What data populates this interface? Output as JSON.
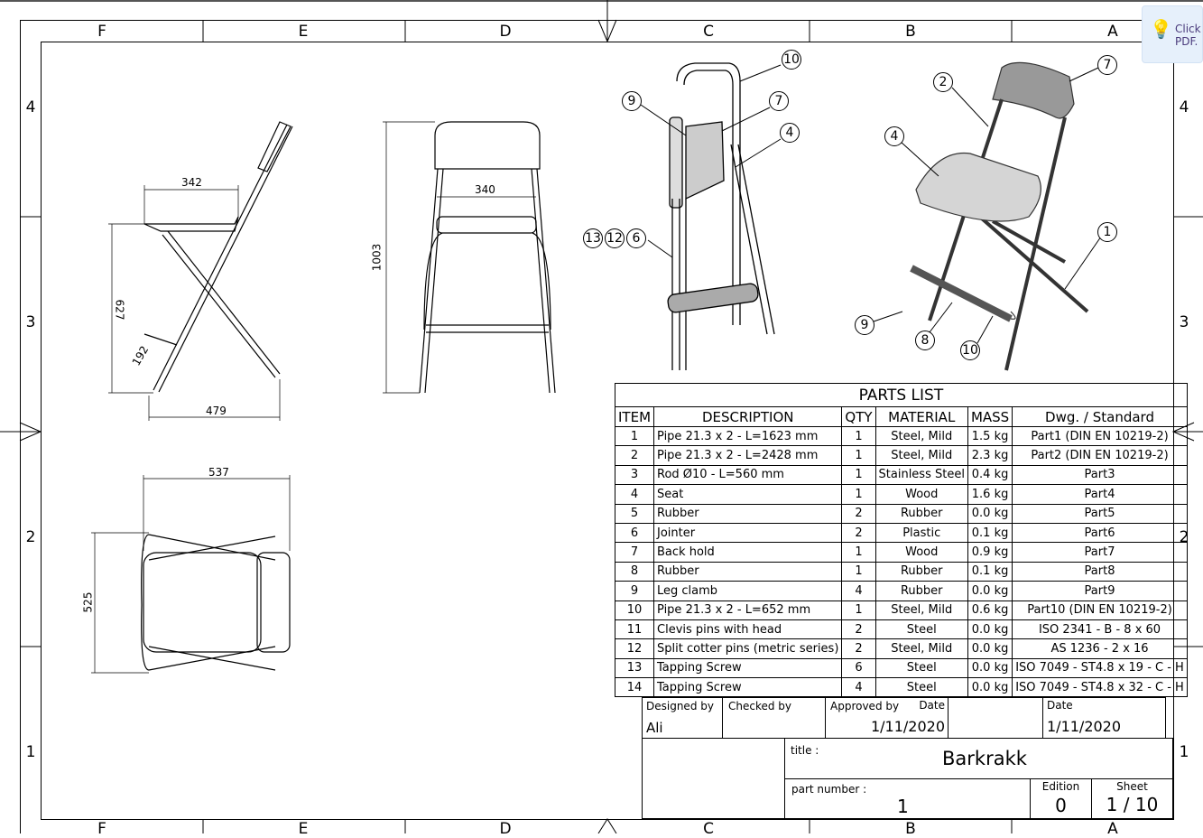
{
  "viewer": {
    "tooltip_line1": "Click",
    "tooltip_line2": "PDF.",
    "tooltip_icon": "lightbulb-icon"
  },
  "frame": {
    "columns": [
      "F",
      "E",
      "D",
      "C",
      "B",
      "A"
    ],
    "rows": [
      "4",
      "3",
      "2",
      "1"
    ]
  },
  "views": {
    "side": {
      "dims": [
        "342",
        "627",
        "192",
        "479"
      ]
    },
    "front": {
      "dims": [
        "340",
        "1003"
      ]
    },
    "top": {
      "dims": [
        "537",
        "525"
      ]
    },
    "folded_balloons": [
      "10",
      "9",
      "7",
      "4",
      "13",
      "12",
      "6"
    ],
    "iso_balloons": [
      "2",
      "7",
      "4",
      "1",
      "9",
      "8",
      "10"
    ]
  },
  "parts_list": {
    "title": "PARTS LIST",
    "headers": [
      "ITEM",
      "DESCRIPTION",
      "QTY",
      "MATERIAL",
      "MASS",
      "Dwg. / Standard"
    ],
    "rows": [
      [
        "1",
        "Pipe 21.3 x 2 - L=1623 mm",
        "1",
        "Steel, Mild",
        "1.5 kg",
        "Part1 (DIN EN 10219-2)"
      ],
      [
        "2",
        "Pipe 21.3 x 2 - L=2428 mm",
        "1",
        "Steel, Mild",
        "2.3 kg",
        "Part2  (DIN EN 10219-2)"
      ],
      [
        "3",
        "Rod Ø10 - L=560 mm",
        "1",
        "Stainless Steel",
        "0.4 kg",
        "Part3"
      ],
      [
        "4",
        "Seat",
        "1",
        "Wood",
        "1.6 kg",
        "Part4"
      ],
      [
        "5",
        "Rubber",
        "2",
        "Rubber",
        "0.0 kg",
        "Part5"
      ],
      [
        "6",
        "Jointer",
        "2",
        "Plastic",
        "0.1 kg",
        "Part6"
      ],
      [
        "7",
        "Back hold",
        "1",
        "Wood",
        "0.9 kg",
        "Part7"
      ],
      [
        "8",
        "Rubber",
        "1",
        "Rubber",
        "0.1 kg",
        "Part8"
      ],
      [
        "9",
        "Leg clamb",
        "4",
        "Rubber",
        "0.0 kg",
        "Part9"
      ],
      [
        "10",
        "Pipe 21.3 x 2 - L=652 mm",
        "1",
        "Steel, Mild",
        "0.6 kg",
        "Part10  (DIN EN 10219-2)"
      ],
      [
        "11",
        "Clevis pins with head",
        "2",
        "Steel",
        "0.0 kg",
        "ISO 2341 - B - 8 x 60"
      ],
      [
        "12",
        "Split cotter pins (metric series)",
        "2",
        "Steel, Mild",
        "0.0 kg",
        "AS 1236 - 2 x  16"
      ],
      [
        "13",
        "Tapping Screw",
        "6",
        "Steel",
        "0.0 kg",
        "ISO 7049 - ST4.8 x 19 - C - H"
      ],
      [
        "14",
        "Tapping Screw",
        "4",
        "Steel",
        "0.0 kg",
        "ISO 7049 - ST4.8 x 32 - C - H"
      ]
    ]
  },
  "title_block": {
    "designed_by_label": "Designed by",
    "designed_by": "Ali",
    "checked_by_label": "Checked by",
    "approved_by_label": "Approved by",
    "approved_date_label": "Date",
    "approved_date": "1/11/2020",
    "date_label": "Date",
    "date": "1/11/2020",
    "title_label": "title :",
    "title": "Barkrakk",
    "part_number_label": "part number :",
    "part_number": "1",
    "edition_label": "Edition",
    "edition": "0",
    "sheet_label": "Sheet",
    "sheet": "1 / 10"
  }
}
